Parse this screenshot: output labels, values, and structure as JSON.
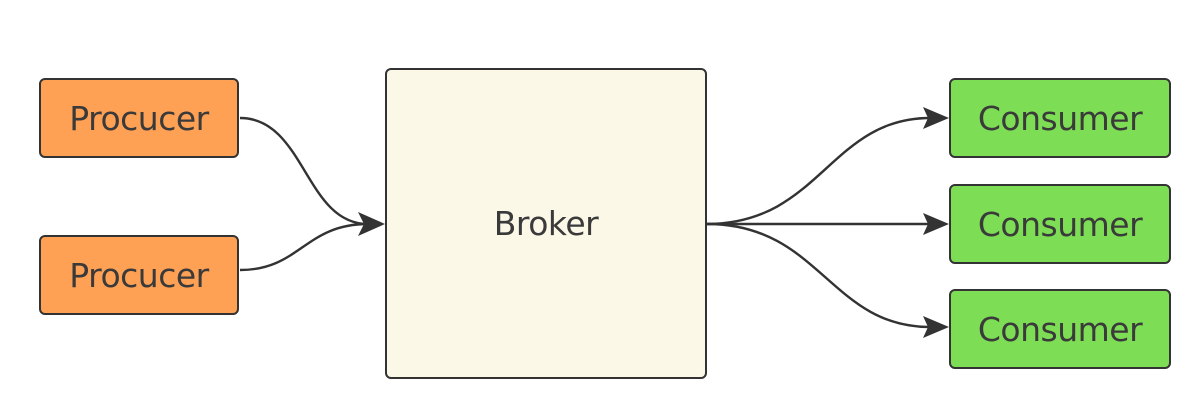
{
  "colors": {
    "producer_fill": "#FFA154",
    "broker_fill": "#FBF8E8",
    "consumer_fill": "#7DDE55",
    "stroke": "#333333",
    "text": "#3A3A3A"
  },
  "nodes": {
    "producers": [
      {
        "label": "Procucer"
      },
      {
        "label": "Procucer"
      }
    ],
    "broker": {
      "label": "Broker"
    },
    "consumers": [
      {
        "label": "Consumer"
      },
      {
        "label": "Consumer"
      },
      {
        "label": "Consumer"
      }
    ]
  },
  "edges": [
    {
      "from": "producer-1",
      "to": "broker"
    },
    {
      "from": "producer-2",
      "to": "broker"
    },
    {
      "from": "broker",
      "to": "consumer-1"
    },
    {
      "from": "broker",
      "to": "consumer-2"
    },
    {
      "from": "broker",
      "to": "consumer-3"
    }
  ]
}
